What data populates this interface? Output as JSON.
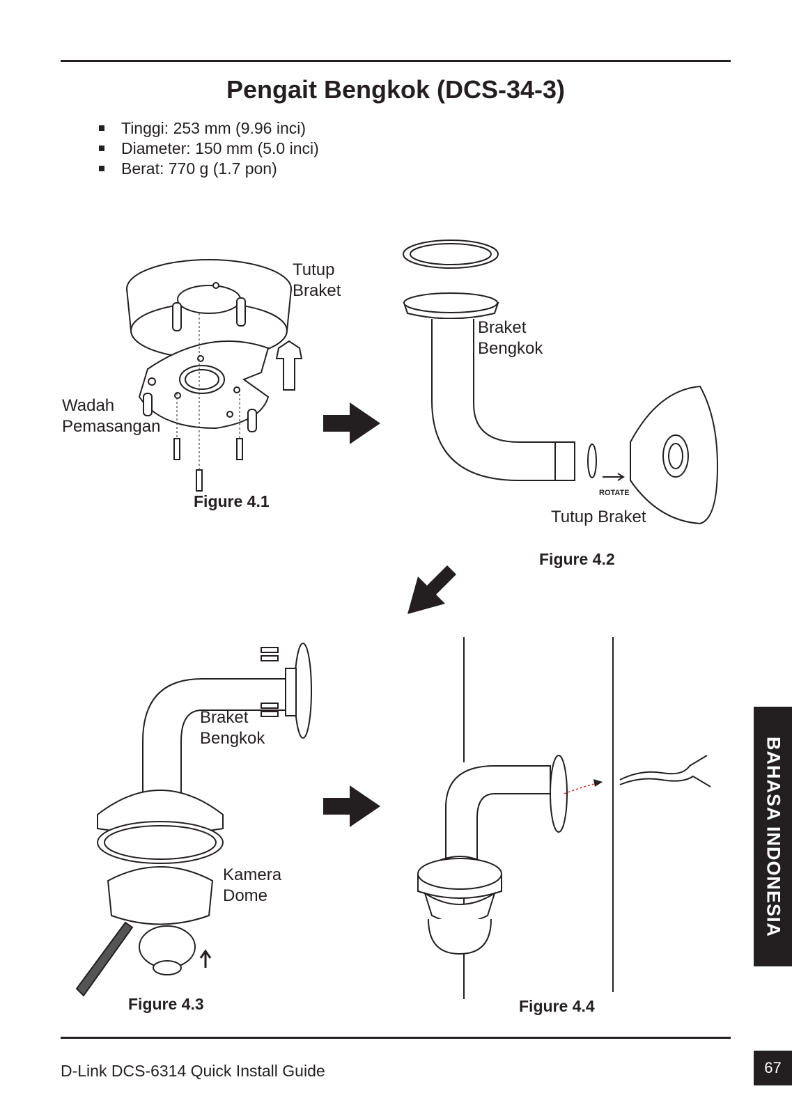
{
  "title": "Pengait Bengkok (DCS-34-3)",
  "specs": [
    "Tinggi: 253 mm (9.96 inci)",
    "Diameter: 150 mm (5.0 inci)",
    "Berat: 770 g (1.7 pon)"
  ],
  "figure41": {
    "label_cap_line1": "Tutup",
    "label_cap_line2": "Braket",
    "label_housing_line1": "Wadah",
    "label_housing_line2": "Pemasangan",
    "caption": "Figure 4.1"
  },
  "figure42": {
    "label_bracket_line1": "Braket",
    "label_bracket_line2": "Bengkok",
    "rotate": "ROTATE",
    "label_cap": "Tutup Braket",
    "caption": "Figure 4.2"
  },
  "figure43": {
    "label_bracket_line1": "Braket",
    "label_bracket_line2": "Bengkok",
    "label_camera_line1": "Kamera",
    "label_camera_line2": "Dome",
    "caption": "Figure 4.3"
  },
  "figure44": {
    "caption": "Figure 4.4"
  },
  "side_tab": "BAHASA INDONESIA",
  "footer": {
    "guide": "D-Link DCS-6314 Quick Install Guide",
    "page": "67"
  }
}
